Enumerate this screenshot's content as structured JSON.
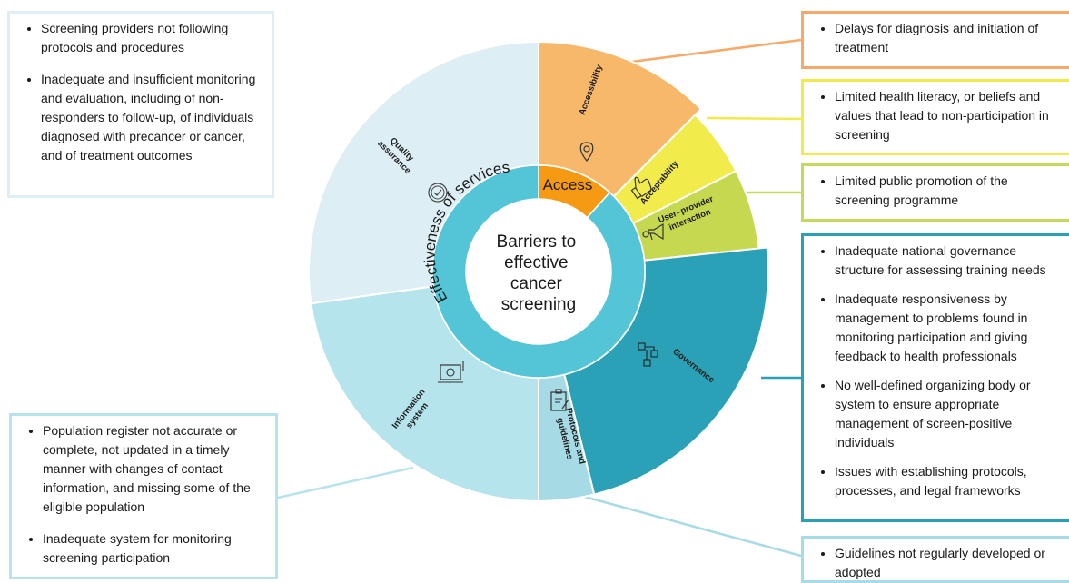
{
  "center": {
    "lines": [
      "Barriers to",
      "effective",
      "cancer",
      "screening"
    ]
  },
  "categories": [
    {
      "id": "access",
      "label": "Access",
      "color": "#f59a12"
    },
    {
      "id": "effectiveness",
      "label": "Effectiveness of services",
      "color": "#54c4d7"
    }
  ],
  "segments": [
    {
      "id": "accessibility",
      "label": [
        "Accessibility"
      ],
      "icon": "location-pin-icon",
      "color": "#f8b86a"
    },
    {
      "id": "acceptability",
      "label": [
        "Acceptability"
      ],
      "icon": "thumbs-up-icon",
      "color": "#f1eb4c"
    },
    {
      "id": "user-provider",
      "label": [
        "User–provider",
        "interaction"
      ],
      "icon": "megaphone-icon",
      "color": "#c6d84f"
    },
    {
      "id": "governance",
      "label": [
        "Governance"
      ],
      "icon": "flowchart-icon",
      "color": "#2aa1b6"
    },
    {
      "id": "protocols",
      "label": [
        "Protocols and",
        "guidelines"
      ],
      "icon": "clipboard-pen-icon",
      "color": "#a6dbe5"
    },
    {
      "id": "information-system",
      "label": [
        "Information",
        "system"
      ],
      "icon": "database-screen-icon",
      "color": "#b6e4ed"
    },
    {
      "id": "quality-assurance",
      "label": [
        "Quality",
        "assurance"
      ],
      "icon": "checkmark-badge-icon",
      "color": "#ddeff5"
    }
  ],
  "callouts": {
    "quality": {
      "color": "#ddeff5",
      "items": [
        "Screening providers not following protocols and procedures",
        "Inadequate and insufficient monitoring and evaluation, including of non-responders to follow-up, of individuals diagnosed with precancer or cancer, and of treatment outcomes"
      ]
    },
    "infosys": {
      "color": "#b6e3ec",
      "items": [
        "Population register not accurate or complete, not updated in a timely manner with changes of contact information, and missing some of the eligible population",
        "Inadequate system for monitoring screening participation"
      ]
    },
    "access": {
      "color": "#f7a96a",
      "items": [
        "Delays for diagnosis and initiation of treatment"
      ]
    },
    "accept": {
      "color": "#f2ea4a",
      "items": [
        "Limited health literacy, or beliefs and values that lead to non-participation in screening"
      ]
    },
    "upi": {
      "color": "#c7d95a",
      "items": [
        "Limited public promotion of the screening programme"
      ]
    },
    "gov": {
      "color": "#2a9fb6",
      "items": [
        "Inadequate national governance structure for assessing training needs",
        "Inadequate responsiveness by management to problems found in monitoring participation and giving feedback to health professionals",
        "No well-defined organizing body or system to ensure appropriate management of screen-positive individuals",
        "Issues with establishing protocols, processes, and legal frameworks"
      ]
    },
    "proto": {
      "color": "#a7dbe6",
      "items": [
        "Guidelines not regularly developed or adopted"
      ]
    }
  }
}
